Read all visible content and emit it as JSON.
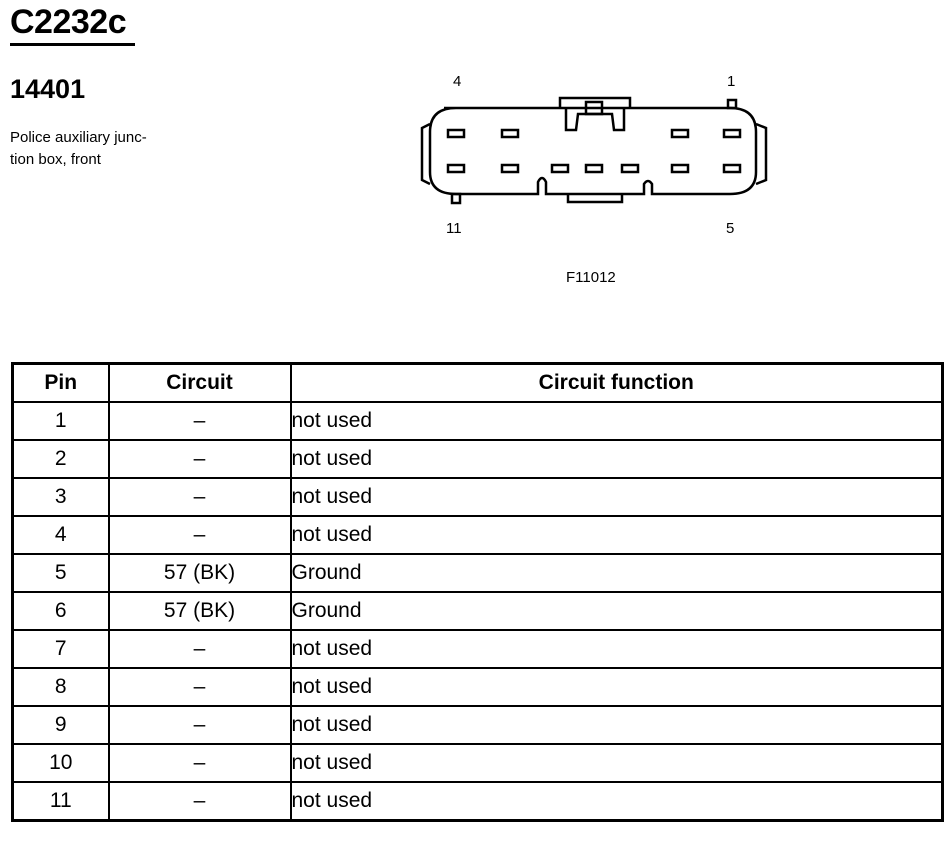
{
  "connector_id": "C2232c",
  "part_number": "14401",
  "description_lines": [
    "Police auxiliary junc-",
    "tion box, front"
  ],
  "diagram": {
    "pin_label_top_left": "4",
    "pin_label_top_right": "1",
    "pin_label_bottom_left": "11",
    "pin_label_bottom_right": "5",
    "figure_id": "F11012"
  },
  "table": {
    "headers": [
      "Pin",
      "Circuit",
      "Circuit function"
    ],
    "rows": [
      {
        "pin": "1",
        "circuit": "–",
        "function": "not used"
      },
      {
        "pin": "2",
        "circuit": "–",
        "function": "not used"
      },
      {
        "pin": "3",
        "circuit": "–",
        "function": "not used"
      },
      {
        "pin": "4",
        "circuit": "–",
        "function": "not used"
      },
      {
        "pin": "5",
        "circuit": "57 (BK)",
        "function": "Ground"
      },
      {
        "pin": "6",
        "circuit": "57 (BK)",
        "function": "Ground"
      },
      {
        "pin": "7",
        "circuit": "–",
        "function": "not used"
      },
      {
        "pin": "8",
        "circuit": "–",
        "function": "not used"
      },
      {
        "pin": "9",
        "circuit": "–",
        "function": "not used"
      },
      {
        "pin": "10",
        "circuit": "–",
        "function": "not used"
      },
      {
        "pin": "11",
        "circuit": "–",
        "function": "not used"
      }
    ]
  }
}
